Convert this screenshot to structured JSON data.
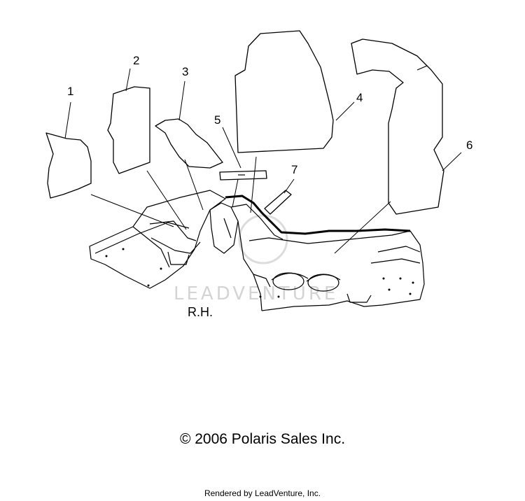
{
  "diagram": {
    "callouts": [
      "1",
      "2",
      "3",
      "4",
      "5",
      "6",
      "7"
    ],
    "side_label": "R.H.",
    "watermark": "LEADVENTURE"
  },
  "footer": {
    "copyright": "© 2006 Polaris Sales Inc.",
    "rendered_by": "Rendered by LeadVenture, Inc."
  }
}
